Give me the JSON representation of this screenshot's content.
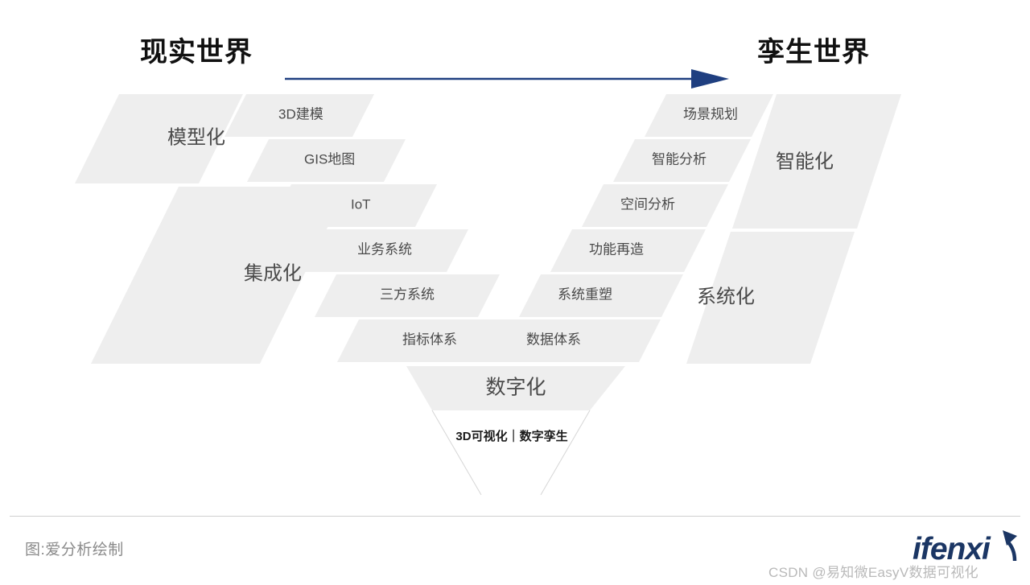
{
  "header": {
    "left_label": "现实世界",
    "right_label": "孪生世界",
    "arrow_color": "#1f3f80",
    "arrow_name": "right-arrow"
  },
  "diagram": {
    "type": "funnel",
    "fill_color": "#eeeeee",
    "text_color": "#4a4a4a",
    "left_categories": [
      {
        "label": "模型化",
        "rows": 2
      },
      {
        "label": "集成化",
        "rows": 4
      }
    ],
    "right_categories": [
      {
        "label": "智能化",
        "rows": 3
      },
      {
        "label": "系统化",
        "rows": 3
      }
    ],
    "left_items": [
      "3D建模",
      "GIS地图",
      "IoT",
      "业务系统",
      "三方系统",
      "指标体系"
    ],
    "right_items": [
      "场景规划",
      "智能分析",
      "空间分析",
      "功能再造",
      "系统重塑",
      "数据体系"
    ],
    "bottom_label": "数字化",
    "tagline": "3D可视化｜数字孪生"
  },
  "footer": {
    "source": "图:爱分析绘制",
    "brand": "ifenxi",
    "brand_color": "#1b3664",
    "watermark": "CSDN @易知微EasyV数据可视化",
    "divider_color": "#cfcfcf"
  }
}
